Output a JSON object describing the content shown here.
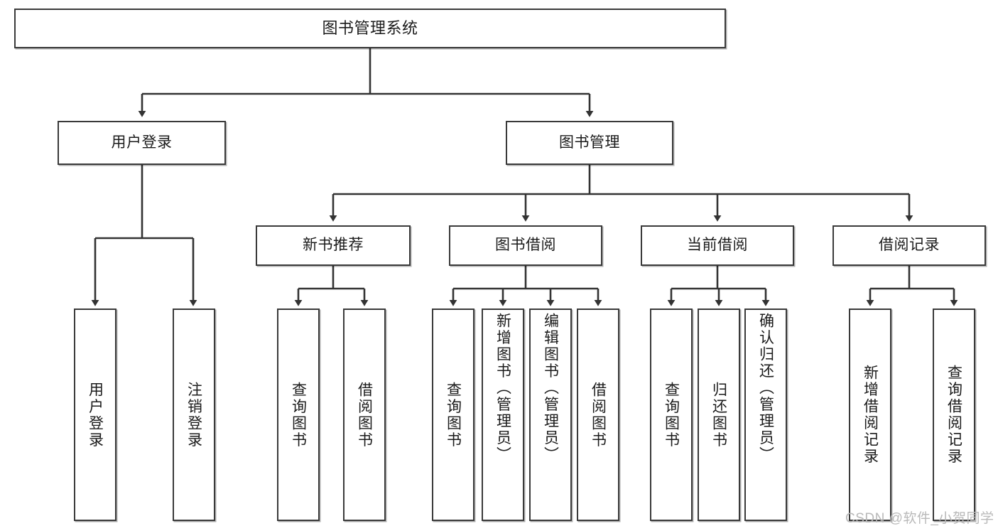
{
  "diagram": {
    "title": "图书管理系统",
    "type": "tree",
    "watermark": "CSDN @软件_小贺同学",
    "colors": {
      "box_border": "#3a3a3a",
      "box_fill": "#ffffff",
      "connector": "#333333",
      "text": "#1b1b1b",
      "watermark": "#b9b9b9",
      "background": "#ffffff"
    },
    "root": {
      "id": "root",
      "label": "图书管理系统"
    },
    "level2": [
      {
        "id": "user-login",
        "label": "用户登录"
      },
      {
        "id": "book-management",
        "label": "图书管理"
      }
    ],
    "level3": [
      {
        "id": "new-book-recommend",
        "label": "新书推荐",
        "parent": "book-management"
      },
      {
        "id": "book-borrow",
        "label": "图书借阅",
        "parent": "book-management"
      },
      {
        "id": "current-borrow",
        "label": "当前借阅",
        "parent": "book-management"
      },
      {
        "id": "borrow-record",
        "label": "借阅记录",
        "parent": "book-management"
      }
    ],
    "leaves": [
      {
        "id": "leaf-user-login",
        "label": "用户登录",
        "parent": "user-login"
      },
      {
        "id": "leaf-user-logout",
        "label": "注销登录",
        "parent": "user-login"
      },
      {
        "id": "leaf-query-book-1",
        "label": "查询图书",
        "parent": "new-book-recommend"
      },
      {
        "id": "leaf-borrow-book-1",
        "label": "借阅图书",
        "parent": "new-book-recommend"
      },
      {
        "id": "leaf-query-book-2",
        "label": "查询图书",
        "parent": "book-borrow"
      },
      {
        "id": "leaf-add-book",
        "label": "新增图书（管理员）",
        "parent": "book-borrow"
      },
      {
        "id": "leaf-edit-book",
        "label": "编辑图书（管理员）",
        "parent": "book-borrow"
      },
      {
        "id": "leaf-borrow-book-2",
        "label": "借阅图书",
        "parent": "book-borrow"
      },
      {
        "id": "leaf-query-book-3",
        "label": "查询图书",
        "parent": "current-borrow"
      },
      {
        "id": "leaf-return-book",
        "label": "归还图书",
        "parent": "current-borrow"
      },
      {
        "id": "leaf-confirm-return",
        "label": "确认归还（管理员）",
        "parent": "current-borrow"
      },
      {
        "id": "leaf-add-record",
        "label": "新增借阅记录",
        "parent": "borrow-record"
      },
      {
        "id": "leaf-query-record",
        "label": "查询借阅记录",
        "parent": "borrow-record"
      }
    ]
  }
}
